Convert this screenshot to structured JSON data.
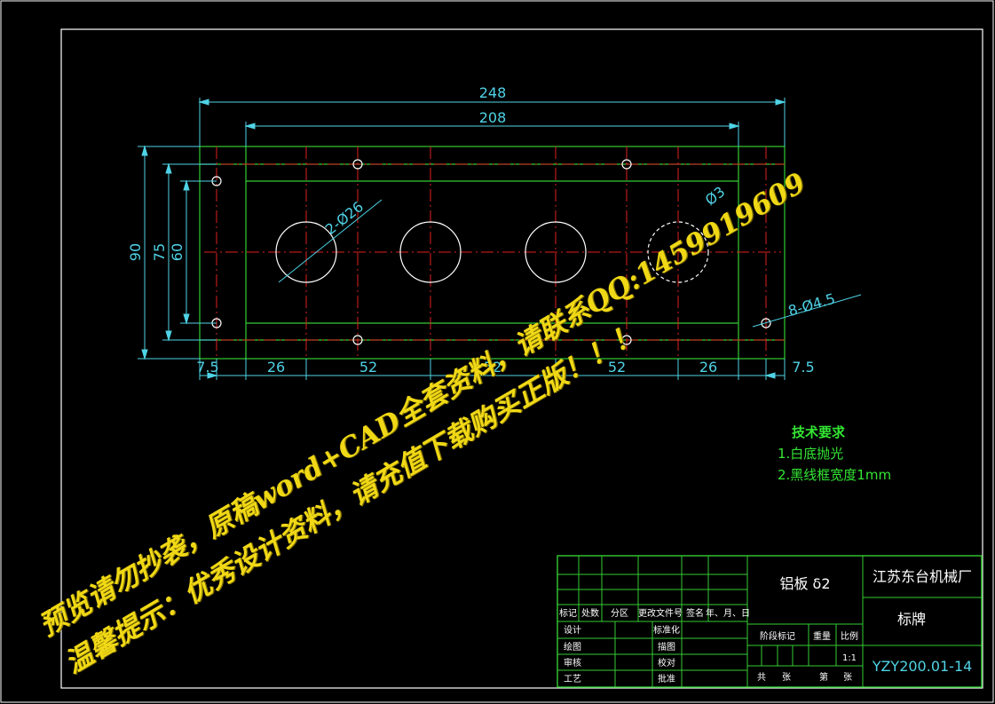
{
  "dimensions": {
    "overall_width": "248",
    "inner_width": "208",
    "height_90": "90",
    "height_75": "75",
    "height_60": "60",
    "seg_7_5_left": "7.5",
    "seg_26_left": "26",
    "seg_52_a": "52",
    "seg_52_b": "52",
    "seg_52_c": "52",
    "seg_26_right": "26",
    "seg_7_5_right": "7.5",
    "large_holes": "2-Ø26",
    "hidden_hole_label": "Ø3",
    "small_holes": "8-Ø4.5"
  },
  "tech_requirements": {
    "title": "技术要求",
    "item1": "1.白底抛光",
    "item2": "2.黑线框宽度1mm"
  },
  "title_block": {
    "headers": [
      "标记",
      "处数",
      "分区",
      "更改文件号",
      "签名",
      "年、月、日"
    ],
    "row_labels": [
      "设计",
      "绘图",
      "审核",
      "工艺"
    ],
    "mid_labels": [
      "标准化",
      "描图",
      "校对",
      "批准"
    ],
    "material": "铝板 δ2",
    "company": "江苏东台机械厂",
    "part_name": "标牌",
    "stage_label": "阶段标记",
    "weight_label": "重量",
    "scale_label": "比例",
    "scale": "1:1",
    "total_label": "共",
    "sheet_label": "张",
    "nth_label": "第",
    "sheet_label2": "张",
    "drawing_no": "YZY200.01-14"
  },
  "watermark": {
    "line1": "预览请勿抄袭，原稿word+CAD全套资料，请联系QQ:1459919609",
    "line2": "温馨提示：优秀设计资料，请充值下载购买正版！！！"
  },
  "colors": {
    "background": "#000000",
    "dimension": "#4fd3e6",
    "outline": "#33cc33",
    "centerline": "#e02020",
    "watermark": "#f0d816"
  }
}
